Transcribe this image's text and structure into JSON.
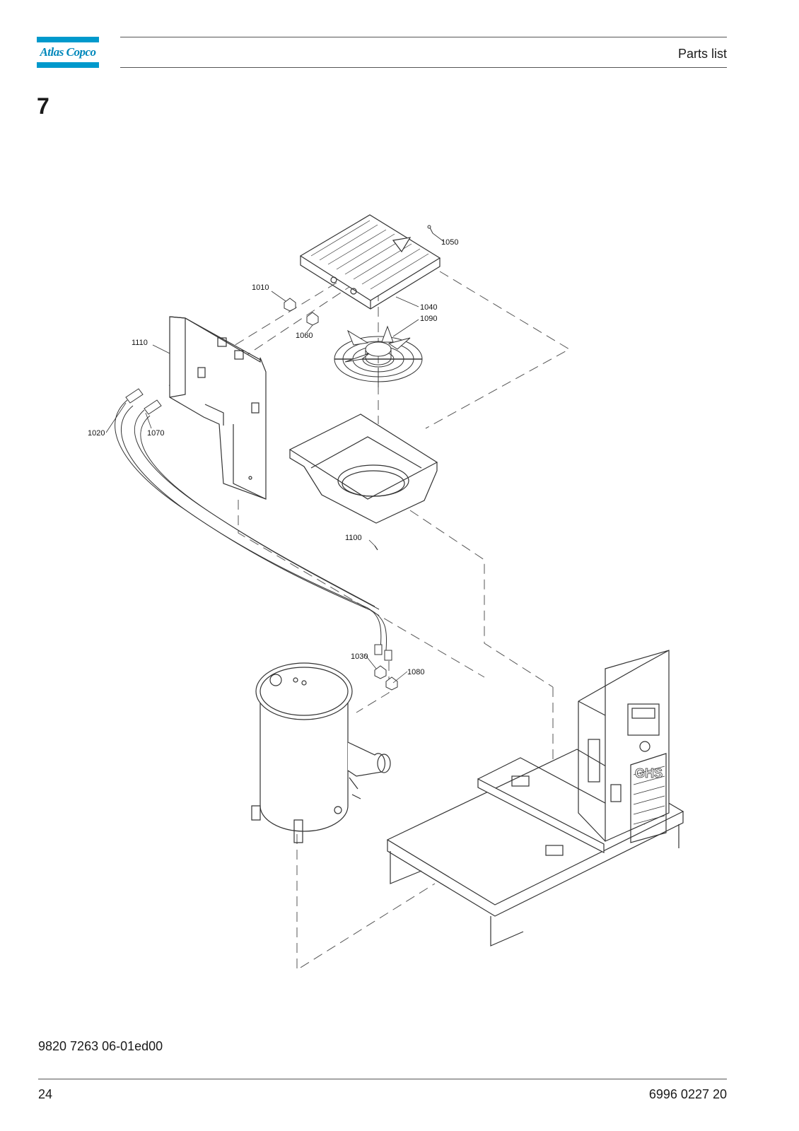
{
  "header": {
    "brand": "Atlas Copco",
    "title": "Parts list"
  },
  "section": {
    "number": "7"
  },
  "drawing": {
    "callouts": [
      "1050",
      "1010",
      "1040",
      "1090",
      "1060",
      "1110",
      "1020",
      "1070",
      "1100",
      "1030",
      "1080"
    ],
    "panel_marking": "GHS",
    "colors": {
      "line": "#333333",
      "dash": "#555555",
      "accent": "#0099cc"
    }
  },
  "footer": {
    "doc_code": "9820 7263 06-01ed00",
    "page_number": "24",
    "part_number": "6996 0227 20"
  }
}
